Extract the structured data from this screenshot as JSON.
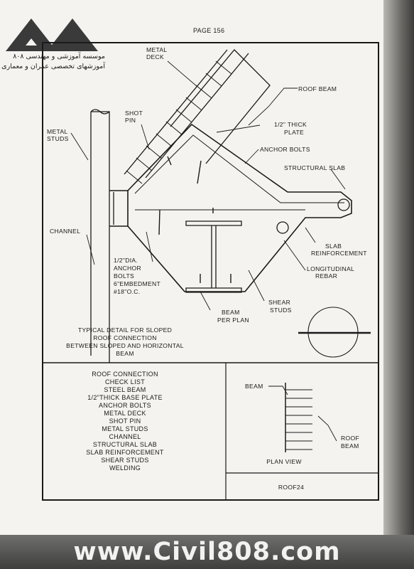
{
  "page_number": "PAGE 156",
  "logo": {
    "line1": "موسسه آموزشی و مهندسی ۸۰۸",
    "line2": "آموزشهای تخصصی عمران و معماری"
  },
  "labels": {
    "metal_deck": [
      "METAL",
      "DECK"
    ],
    "roof_beam": "ROOF BEAM",
    "shot_pin": [
      "SHOT",
      "PIN"
    ],
    "thick_plate": [
      "1/2\" THICK",
      "PLATE"
    ],
    "metal_studs": [
      "METAL",
      "STUDS"
    ],
    "anchor_bolts": "ANCHOR BOLTS",
    "structural_slab": "STRUCTURAL SLAB",
    "channel": "CHANNEL",
    "slab_reinforcement": [
      "SLAB",
      "REINFORCEMENT"
    ],
    "anchor_note": [
      "1/2\"DIA.",
      "ANCHOR",
      "BOLTS",
      "6\"EMBEDMENT",
      "#18\"O.C."
    ],
    "longitudinal_rebar": [
      "LONGITUDINAL",
      "REBAR"
    ],
    "shear_studs": [
      "SHEAR",
      "STUDS"
    ],
    "beam_per_plan": [
      "BEAM",
      "PER PLAN"
    ]
  },
  "caption": [
    "TYPICAL DETAIL FOR SLOPED",
    "ROOF CONNECTION",
    "BETWEEN SLOPED AND HORIZONTAL",
    "BEAM"
  ],
  "checklist": [
    "ROOF CONNECTION",
    "CHECK LIST",
    "STEEL BEAM",
    "1/2\"THICK BASE PLATE",
    "ANCHOR BOLTS",
    "METAL DECK",
    "SHOT PIN",
    "METAL STUDS",
    "CHANNEL",
    "STRUCTURAL SLAB",
    "SLAB REINFORCEMENT",
    "SHEAR STUDS",
    "WELDING"
  ],
  "plan_view": {
    "beam_label": "BEAM",
    "roof_beam": [
      "ROOF",
      "BEAM"
    ],
    "title": "PLAN VIEW"
  },
  "code": "ROOF24",
  "watermark": "www.Civil808.com"
}
